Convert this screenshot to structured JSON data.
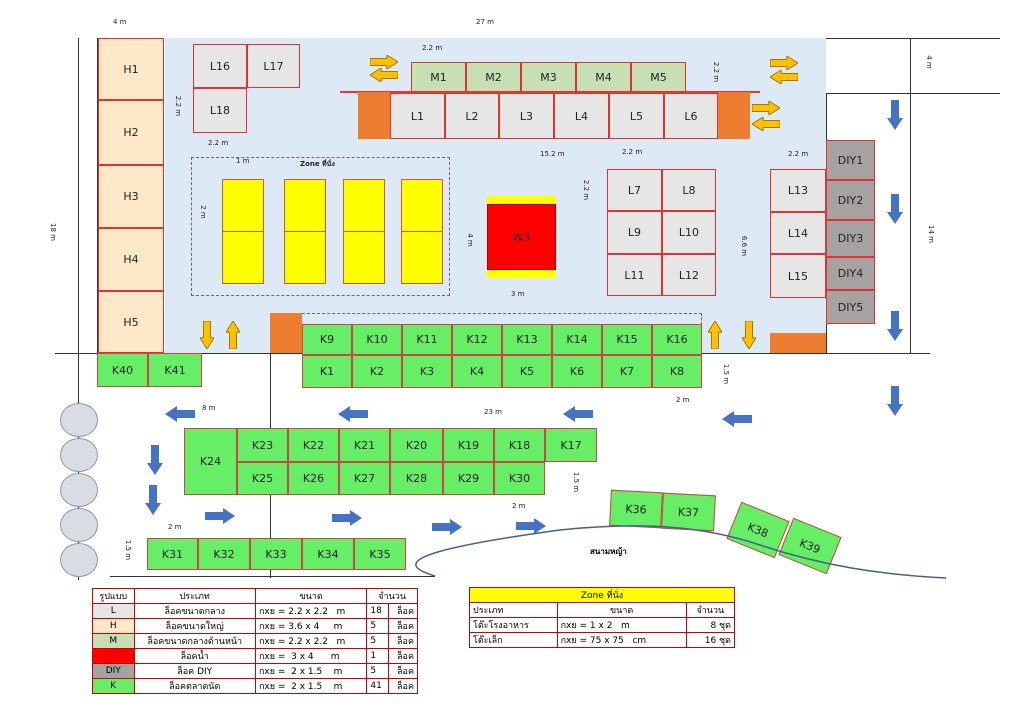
{
  "stalls": [
    {
      "label": "H1",
      "type": "H"
    },
    {
      "label": "H2",
      "type": "H"
    },
    {
      "label": "H3",
      "type": "H"
    },
    {
      "label": "H4",
      "type": "H"
    },
    {
      "label": "H5",
      "type": "H"
    },
    {
      "label": "L16",
      "type": "L"
    },
    {
      "label": "L17",
      "type": "L"
    },
    {
      "label": "L18",
      "type": "L"
    },
    {
      "label": "M1",
      "type": "M"
    },
    {
      "label": "M2",
      "type": "M"
    },
    {
      "label": "M3",
      "type": "M"
    },
    {
      "label": "M4",
      "type": "M"
    },
    {
      "label": "M5",
      "type": "M"
    },
    {
      "label": "L1",
      "type": "L"
    },
    {
      "label": "L2",
      "type": "L"
    },
    {
      "label": "L3",
      "type": "L"
    },
    {
      "label": "L4",
      "type": "L"
    },
    {
      "label": "L5",
      "type": "L"
    },
    {
      "label": "L6",
      "type": "L"
    },
    {
      "label": "L7",
      "type": "L"
    },
    {
      "label": "L8",
      "type": "L"
    },
    {
      "label": "L9",
      "type": "L"
    },
    {
      "label": "L10",
      "type": "L"
    },
    {
      "label": "L11",
      "type": "L"
    },
    {
      "label": "L12",
      "type": "L"
    },
    {
      "label": "L13",
      "type": "L"
    },
    {
      "label": "L14",
      "type": "L"
    },
    {
      "label": "L15",
      "type": "L"
    },
    {
      "label": "DIY1",
      "type": "DIY"
    },
    {
      "label": "DIY2",
      "type": "DIY"
    },
    {
      "label": "DIY3",
      "type": "DIY"
    },
    {
      "label": "DIY4",
      "type": "DIY"
    },
    {
      "label": "DIY5",
      "type": "DIY"
    },
    {
      "label": "W3",
      "type": "W"
    },
    {
      "label": "K9",
      "type": "K"
    },
    {
      "label": "K10",
      "type": "K"
    },
    {
      "label": "K11",
      "type": "K"
    },
    {
      "label": "K12",
      "type": "K"
    },
    {
      "label": "K13",
      "type": "K"
    },
    {
      "label": "K14",
      "type": "K"
    },
    {
      "label": "K15",
      "type": "K"
    },
    {
      "label": "K16",
      "type": "K"
    },
    {
      "label": "K1",
      "type": "K"
    },
    {
      "label": "K2",
      "type": "K"
    },
    {
      "label": "K3",
      "type": "K"
    },
    {
      "label": "K4",
      "type": "K"
    },
    {
      "label": "K5",
      "type": "K"
    },
    {
      "label": "K6",
      "type": "K"
    },
    {
      "label": "K7",
      "type": "K"
    },
    {
      "label": "K8",
      "type": "K"
    },
    {
      "label": "K40",
      "type": "K"
    },
    {
      "label": "K41",
      "type": "K"
    },
    {
      "label": "K24",
      "type": "K"
    },
    {
      "label": "K23",
      "type": "K"
    },
    {
      "label": "K22",
      "type": "K"
    },
    {
      "label": "K21",
      "type": "K"
    },
    {
      "label": "K20",
      "type": "K"
    },
    {
      "label": "K19",
      "type": "K"
    },
    {
      "label": "K18",
      "type": "K"
    },
    {
      "label": "K17",
      "type": "K"
    },
    {
      "label": "K25",
      "type": "K"
    },
    {
      "label": "K26",
      "type": "K"
    },
    {
      "label": "K27",
      "type": "K"
    },
    {
      "label": "K28",
      "type": "K"
    },
    {
      "label": "K29",
      "type": "K"
    },
    {
      "label": "K30",
      "type": "K"
    },
    {
      "label": "K31",
      "type": "K"
    },
    {
      "label": "K32",
      "type": "K"
    },
    {
      "label": "K33",
      "type": "K"
    },
    {
      "label": "K34",
      "type": "K"
    },
    {
      "label": "K35",
      "type": "K"
    },
    {
      "label": "K36",
      "type": "K"
    },
    {
      "label": "K37",
      "type": "K"
    },
    {
      "label": "K38",
      "type": "K"
    },
    {
      "label": "K39",
      "type": "K"
    }
  ],
  "dimensions": [
    "4 m",
    "27 m",
    "2.2 m",
    "2.2 m",
    "4 m",
    "14 m",
    "18 m",
    "2.2 m",
    "2.2 m",
    "15.2 m",
    "2.2 m",
    "2.2 m",
    "1 m",
    "2 m",
    "4 m",
    "3 m",
    "2.2 m",
    "6.6 m",
    "1.5 m",
    "2 m",
    "8 m",
    "23 m",
    "1.5 m",
    "2 m",
    "2 m",
    "1.5 m"
  ],
  "zone_label": "Zone ที่นั่ง",
  "lawn_label": "สนามหญ้า",
  "colors": {
    "light_blue": "#dde9f5",
    "K": "#66ee66",
    "L": "#e7e6e6",
    "H": "#fde9c9",
    "M": "#c6e0b4",
    "DIY": "#a6a2a2",
    "W": "#ff0000",
    "arrow_blue": "#4472c4",
    "arrow_orange": "#ffc000"
  },
  "legend": {
    "headers": [
      "รูปแบบ",
      "ประเภท",
      "ขนาด",
      "จำนวน"
    ],
    "rows": [
      {
        "code": "L",
        "type": "ล็อคขนาดกลาง",
        "size": "กxย = 2.2 x 2.2   m",
        "count": "18",
        "unit": "ล็อค"
      },
      {
        "code": "H",
        "type": "ล็อคขนาดใหญ่",
        "size": "กxย = 3.6 x 4     m",
        "count": "5",
        "unit": "ล็อค"
      },
      {
        "code": "M",
        "type": "ล็อคขนาดกลางด้านหน้า",
        "size": "กxย = 2.2 x 2.2   m",
        "count": "5",
        "unit": "ล็อค"
      },
      {
        "code": "W",
        "type": "ล็อคน้ำ",
        "size": "กxย =  3 x 4      m",
        "count": "1",
        "unit": "ล็อค"
      },
      {
        "code": "DIY",
        "type": "ล็อค DIY",
        "size": "กxย =  2 x 1.5    m",
        "count": "5",
        "unit": "ล็อค"
      },
      {
        "code": "K",
        "type": "ล็อคตลาดนัด",
        "size": "กxย =  2 x 1.5    m",
        "count": "41",
        "unit": "ล็อค"
      }
    ]
  },
  "zone_table": {
    "title": "Zone ที่นั่ง",
    "headers": [
      "ประเภท",
      "ขนาด",
      "จำนวน"
    ],
    "rows": [
      {
        "type": "โต๊ะโรงอาหาร",
        "size": "กxย = 1 x 2   m",
        "count": "8 ชุด"
      },
      {
        "type": "โต๊ะเล็ก",
        "size": "กxย = 75 x 75   cm",
        "count": "16 ชุด"
      }
    ]
  }
}
